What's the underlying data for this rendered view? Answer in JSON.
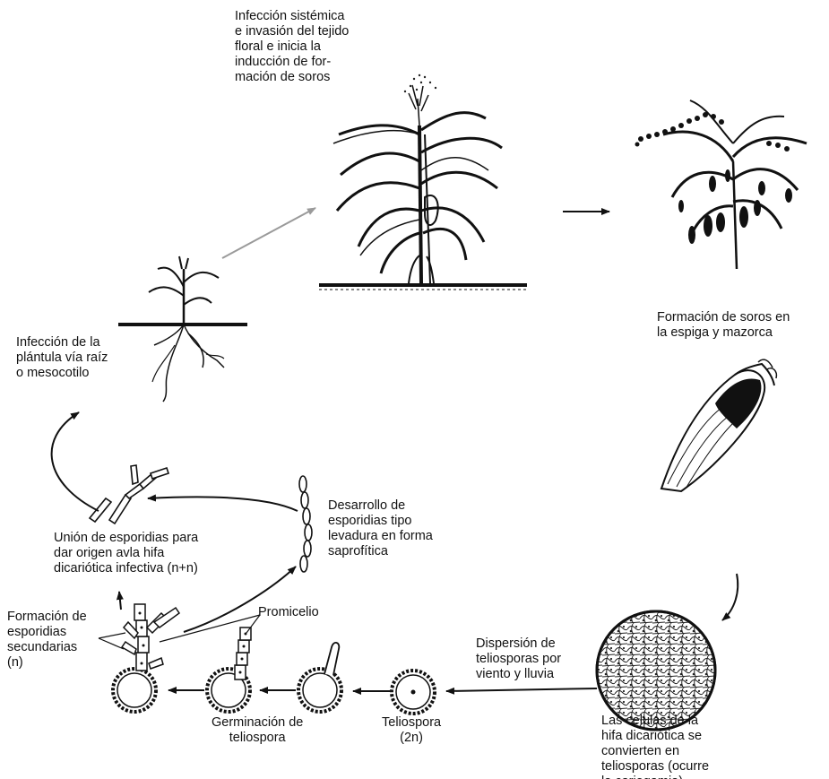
{
  "labels": {
    "systemic_infection": "Infección sistémica\ne invasión del tejido\nfloral e inicia la\ninducción de for-\nmación de soros",
    "sori_formation": "Formación de soros en\nla espiga y mazorca",
    "seedling_infection": "Infección de la\nplántula vía raíz\no mesocotilo",
    "sporidia_union": "Unión de esporidias para\ndar origen avla hifa\ndicariótica infectiva (n+n)",
    "sporidia_development": "Desarrollo de\nesporidias tipo\nlevadura en forma\nsaprofítica",
    "secondary_sporidia": "Formación de\nesporidias\nsecundarias\n(n)",
    "promycelium": "Promicelio",
    "teliospore_germination": "Germinación de\nteliospora",
    "teliospore": "Teliospora\n(2n)",
    "dispersal": "Dispersión de\nteliosporas por\nviento y lluvia",
    "karyogamy": "Las celulas de la\nhifa dicariótica se\nconvierten en\nteliosporas (ocurre\nla cariogamia)"
  },
  "colors": {
    "ink": "#111111",
    "arrow_light": "#9a9a9a"
  }
}
